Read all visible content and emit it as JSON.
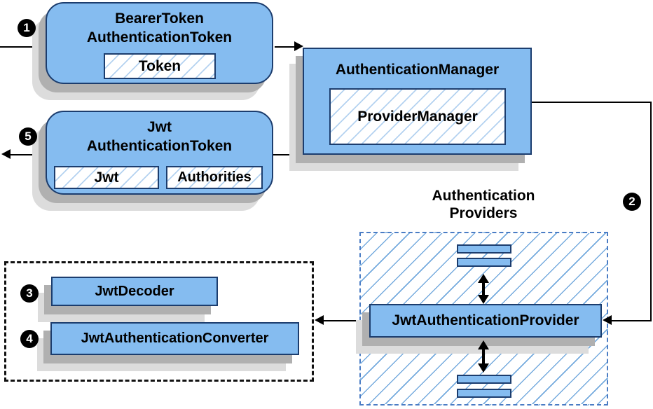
{
  "diagram": {
    "bearer_token_node": {
      "title_line1": "BearerToken",
      "title_line2": "AuthenticationToken",
      "token_field": "Token"
    },
    "authentication_manager_node": {
      "title": "AuthenticationManager",
      "provider_manager_field": "ProviderManager"
    },
    "jwt_authentication_token_node": {
      "title_line1": "Jwt",
      "title_line2": "AuthenticationToken",
      "jwt_field": "Jwt",
      "authorities_field": "Authorities"
    },
    "authentication_providers_group": {
      "label_line1": "Authentication",
      "label_line2": "Providers"
    },
    "jwt_authentication_provider_node": {
      "label": "JwtAuthenticationProvider"
    },
    "resolver_group": {
      "jwt_decoder_node": {
        "label": "JwtDecoder"
      },
      "jwt_authentication_converter_node": {
        "label": "JwtAuthenticationConverter"
      }
    },
    "step_badges": {
      "step1": "1",
      "step2": "2",
      "step3": "3",
      "step4": "4",
      "step5": "5"
    },
    "colors": {
      "node_fill": "#85bcf0",
      "node_border": "#1c3d6e",
      "hatch_line": "#76abde",
      "inner_hatch_line": "#b4d2f0",
      "providers_dashed_border": "#4a7cc4",
      "dotted_group_border": "#111111",
      "shadow_near": "#b0b0b0",
      "shadow_far": "#dcdcdc",
      "connector": "#000000",
      "badge_background": "#000000",
      "badge_text": "#ffffff",
      "background": "#ffffff"
    }
  }
}
